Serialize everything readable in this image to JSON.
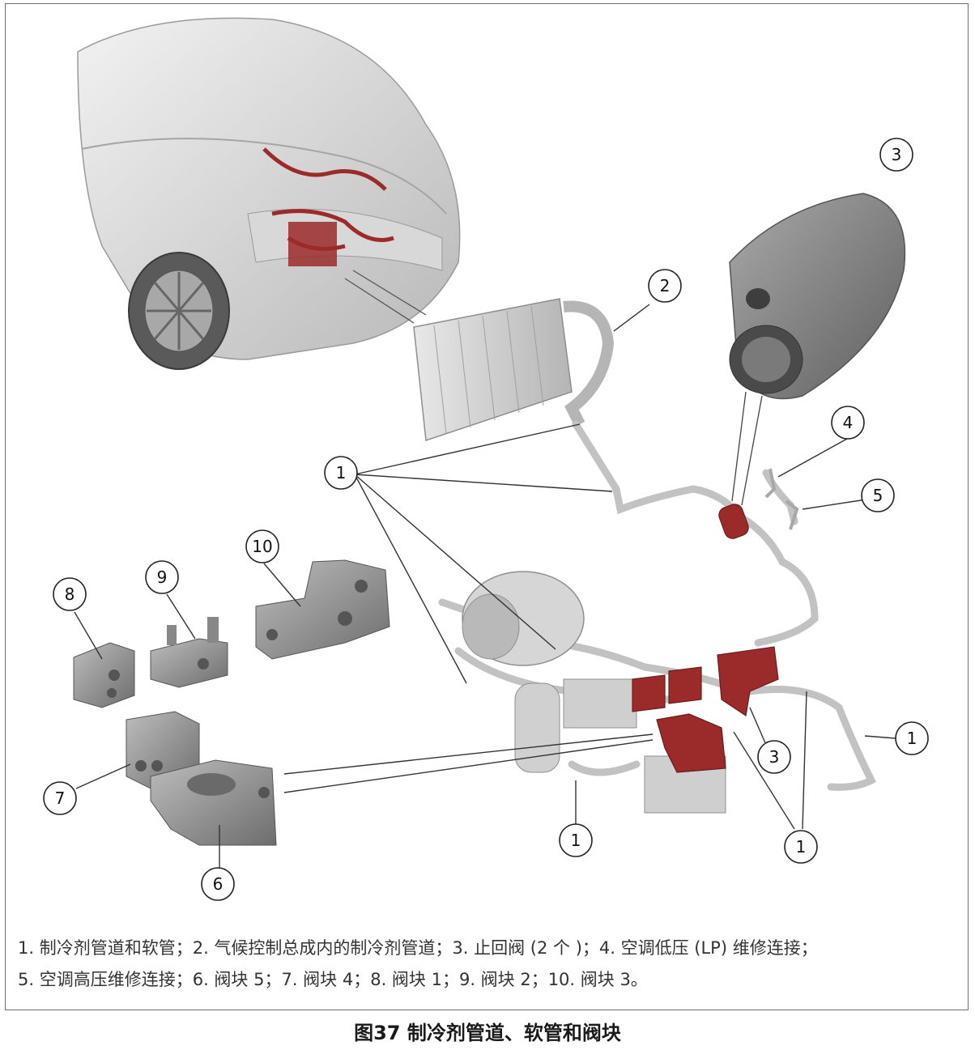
{
  "callouts": {
    "c1a": "1",
    "c1b": "1",
    "c1c": "1",
    "c1d": "1",
    "c2": "2",
    "c3a": "3",
    "c3b": "3",
    "c4": "4",
    "c5": "5",
    "c6": "6",
    "c7": "7",
    "c8": "8",
    "c9": "9",
    "c10": "10"
  },
  "legend": {
    "line1": "1. 制冷剂管道和软管；2. 气候控制总成内的制冷剂管道；3. 止回阀 (2 个 )；4. 空调低压 (LP) 维修连接；",
    "line2": "5. 空调高压维修连接；6. 阀块 5；7. 阀块 4；8. 阀块 1；9. 阀块 2；10. 阀块 3。"
  },
  "figure_title": "图37 制冷剂管道、软管和阀块",
  "colors": {
    "refrigerant_red": "#9b2a2a",
    "metal_gray": "#8a8a8a",
    "pipe_gray": "#c9c9c9"
  }
}
